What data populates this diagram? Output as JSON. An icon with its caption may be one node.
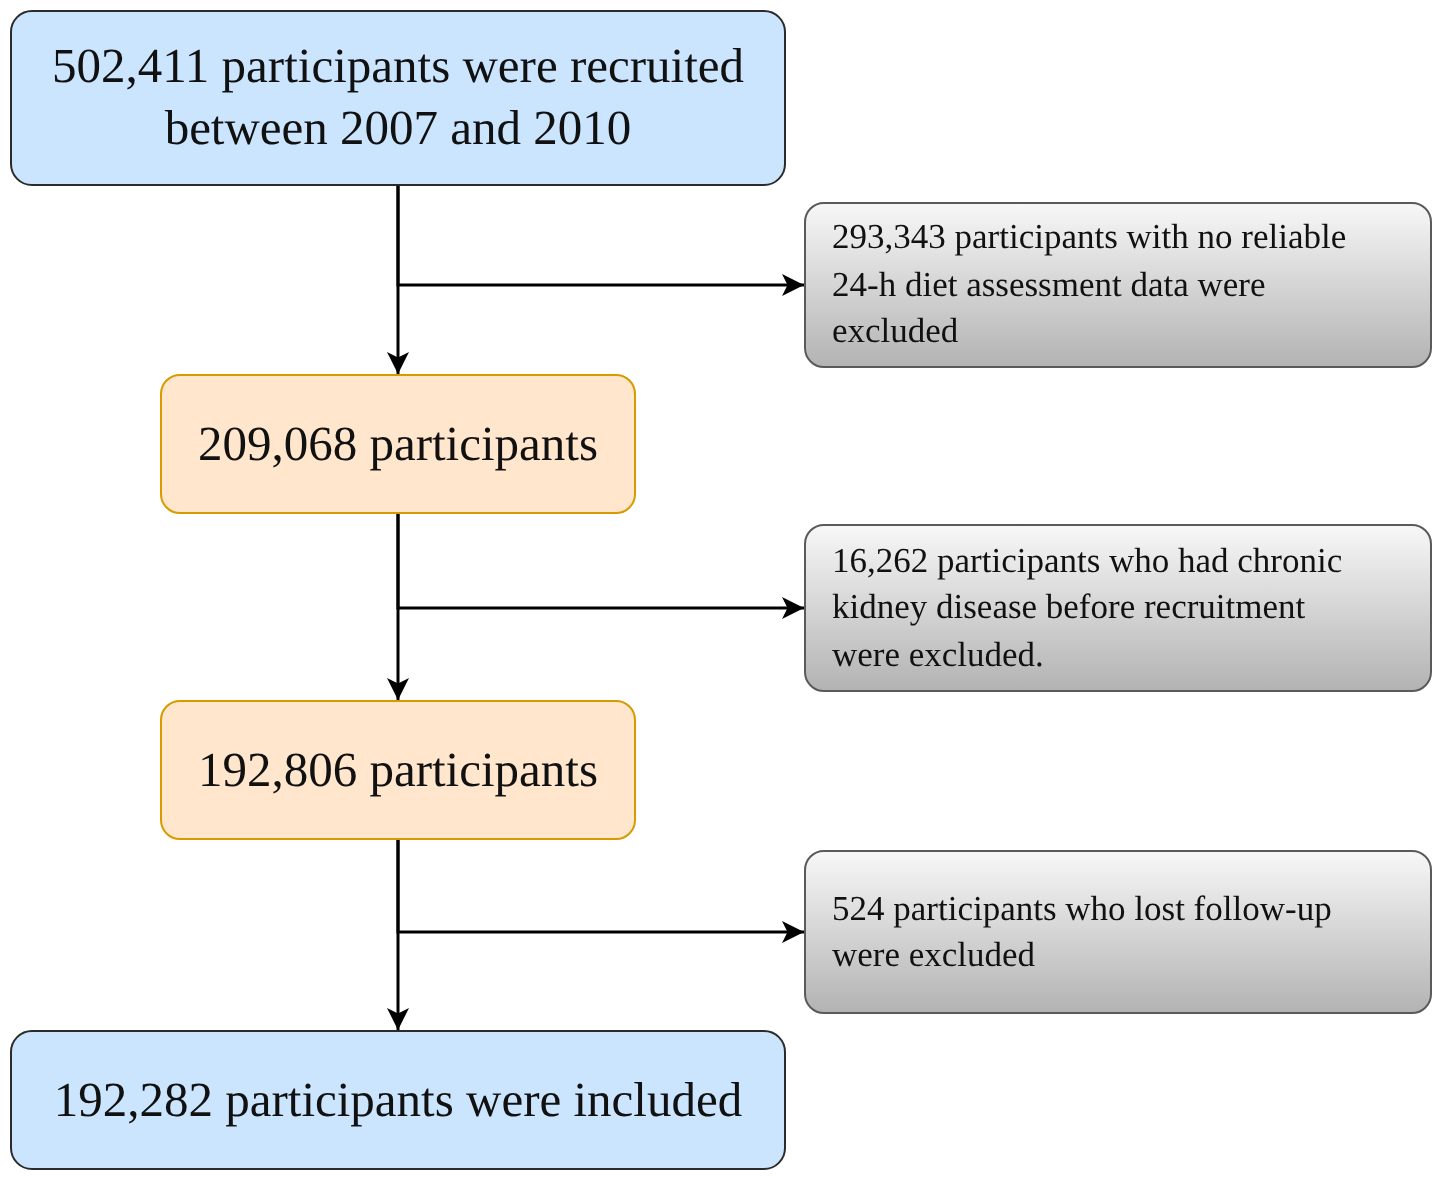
{
  "diagram": {
    "nodes": [
      {
        "text": [
          "502,411 participants were recruited between 2007 and 2010"
        ]
      },
      {
        "text": [
          "293,343 participants with no reliable 24-h diet assessment data were excluded"
        ]
      },
      {
        "text": [
          "209,068 participants"
        ]
      },
      {
        "text": [
          "16,262 participants who had chronic kidney disease before recruitment were excluded."
        ]
      },
      {
        "text": [
          "192,806 participants"
        ]
      },
      {
        "text": [
          "524 participants who lost follow-up were excluded"
        ]
      },
      {
        "text": [
          "192,282 participants were included"
        ]
      }
    ],
    "edges": [
      {
        "from": 0,
        "to": 2,
        "arrow": "to"
      },
      {
        "from": 0,
        "to": 1,
        "arrow": "to"
      },
      {
        "from": 2,
        "to": 4,
        "arrow": "to"
      },
      {
        "from": 2,
        "to": 3,
        "arrow": "to"
      },
      {
        "from": 4,
        "to": 6,
        "arrow": "to"
      },
      {
        "from": 4,
        "to": 5,
        "arrow": "to"
      }
    ]
  }
}
